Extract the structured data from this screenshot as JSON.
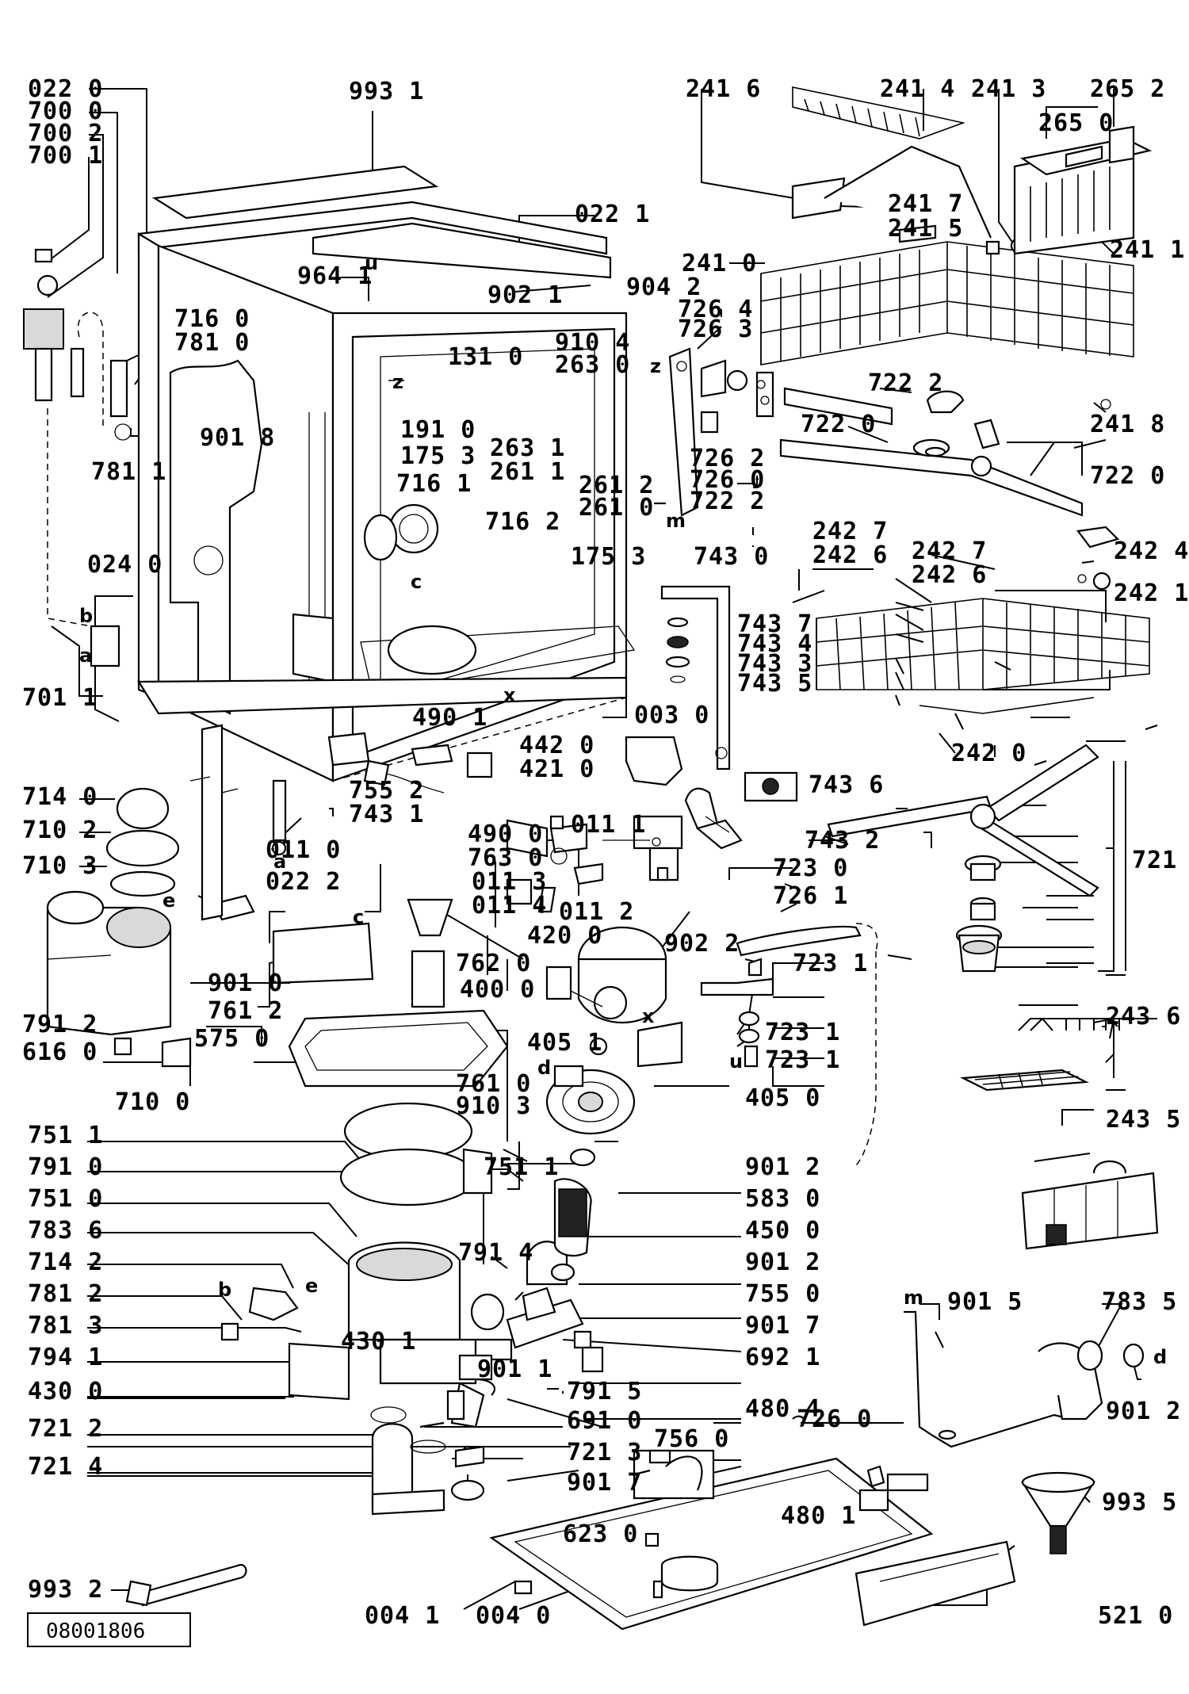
{
  "document_ref": "08001806",
  "cross_ref_letters": [
    "a",
    "b",
    "c",
    "d",
    "e",
    "m",
    "u",
    "x",
    "z"
  ],
  "labels": [
    {
      "id": "l1",
      "text": "022 0"
    },
    {
      "id": "l2",
      "text": "700 0"
    },
    {
      "id": "l3",
      "text": "700 2"
    },
    {
      "id": "l4",
      "text": "700 1"
    },
    {
      "id": "l5",
      "text": "993 1"
    },
    {
      "id": "l6",
      "text": "022 1"
    },
    {
      "id": "l7",
      "text": "964 1"
    },
    {
      "id": "l8",
      "text": "902 1"
    },
    {
      "id": "l9",
      "text": "904 2"
    },
    {
      "id": "l10",
      "text": "716 0"
    },
    {
      "id": "l11",
      "text": "781 0"
    },
    {
      "id": "l12",
      "text": "131 0"
    },
    {
      "id": "l13",
      "text": "910 4"
    },
    {
      "id": "l14",
      "text": "263 0"
    },
    {
      "id": "l15",
      "text": "901 8"
    },
    {
      "id": "l16",
      "text": "781 1"
    },
    {
      "id": "l17",
      "text": "191 0"
    },
    {
      "id": "l18",
      "text": "175 3"
    },
    {
      "id": "l19",
      "text": "263 1"
    },
    {
      "id": "l20",
      "text": "261 1"
    },
    {
      "id": "l21",
      "text": "716 1"
    },
    {
      "id": "l22",
      "text": "261 2"
    },
    {
      "id": "l23",
      "text": "261 0"
    },
    {
      "id": "l24",
      "text": "716 2"
    },
    {
      "id": "l25",
      "text": "024 0"
    },
    {
      "id": "l26",
      "text": "175 3"
    },
    {
      "id": "l27",
      "text": "701 1"
    },
    {
      "id": "l28",
      "text": "003 0"
    },
    {
      "id": "l29",
      "text": "490 1"
    },
    {
      "id": "l30",
      "text": "442 0"
    },
    {
      "id": "l31",
      "text": "421 0"
    },
    {
      "id": "l32",
      "text": "714 0"
    },
    {
      "id": "l33",
      "text": "755 2"
    },
    {
      "id": "l34",
      "text": "743 1"
    },
    {
      "id": "l35",
      "text": "710 2"
    },
    {
      "id": "l36",
      "text": "011 0"
    },
    {
      "id": "l37",
      "text": "022 2"
    },
    {
      "id": "l38",
      "text": "710 3"
    },
    {
      "id": "l39",
      "text": "490 0"
    },
    {
      "id": "l40",
      "text": "763 0"
    },
    {
      "id": "l41",
      "text": "011 1"
    },
    {
      "id": "l42",
      "text": "011 3"
    },
    {
      "id": "l43",
      "text": "011 4"
    },
    {
      "id": "l44",
      "text": "011 2"
    },
    {
      "id": "l45",
      "text": "902 2"
    },
    {
      "id": "l46",
      "text": "420 0"
    },
    {
      "id": "l47",
      "text": "901 0"
    },
    {
      "id": "l48",
      "text": "761 2"
    },
    {
      "id": "l49",
      "text": "762 0"
    },
    {
      "id": "l50",
      "text": "400 0"
    },
    {
      "id": "l51",
      "text": "791 2"
    },
    {
      "id": "l52",
      "text": "616 0"
    },
    {
      "id": "l53",
      "text": "575 0"
    },
    {
      "id": "l54",
      "text": "710 0"
    },
    {
      "id": "l55",
      "text": "761 0"
    },
    {
      "id": "l56",
      "text": "910 3"
    },
    {
      "id": "l57",
      "text": "405 1"
    },
    {
      "id": "l58",
      "text": "405 0"
    },
    {
      "id": "l59",
      "text": "751 1"
    },
    {
      "id": "l60",
      "text": "751 1"
    },
    {
      "id": "l61",
      "text": "791 0"
    },
    {
      "id": "l62",
      "text": "901 2"
    },
    {
      "id": "l63",
      "text": "751 0"
    },
    {
      "id": "l64",
      "text": "583 0"
    },
    {
      "id": "l65",
      "text": "783 6"
    },
    {
      "id": "l66",
      "text": "450 0"
    },
    {
      "id": "l67",
      "text": "714 2"
    },
    {
      "id": "l68",
      "text": "791 4"
    },
    {
      "id": "l69",
      "text": "901 2"
    },
    {
      "id": "l70",
      "text": "781 2"
    },
    {
      "id": "l71",
      "text": "755 0"
    },
    {
      "id": "l72",
      "text": "781 3"
    },
    {
      "id": "l73",
      "text": "901 7"
    },
    {
      "id": "l74",
      "text": "430 1"
    },
    {
      "id": "l75",
      "text": "794 1"
    },
    {
      "id": "l76",
      "text": "901 1"
    },
    {
      "id": "l77",
      "text": "692 1"
    },
    {
      "id": "l78",
      "text": "430 0"
    },
    {
      "id": "l79",
      "text": "791 5"
    },
    {
      "id": "l80",
      "text": "480 4"
    },
    {
      "id": "l81",
      "text": "691 0"
    },
    {
      "id": "l82",
      "text": "721 2"
    },
    {
      "id": "l83",
      "text": "721 3"
    },
    {
      "id": "l84",
      "text": "756 0"
    },
    {
      "id": "l85",
      "text": "721 4"
    },
    {
      "id": "l86",
      "text": "901 7"
    },
    {
      "id": "l87",
      "text": "480 1"
    },
    {
      "id": "l88",
      "text": "623 0"
    },
    {
      "id": "l89",
      "text": "993 2"
    },
    {
      "id": "l90",
      "text": "004 1"
    },
    {
      "id": "l91",
      "text": "004 0"
    },
    {
      "id": "l92",
      "text": "521 0"
    },
    {
      "id": "l93",
      "text": "241 6"
    },
    {
      "id": "l94",
      "text": "241 4"
    },
    {
      "id": "l95",
      "text": "241 3"
    },
    {
      "id": "l96",
      "text": "265 2"
    },
    {
      "id": "l97",
      "text": "265 0"
    },
    {
      "id": "l98",
      "text": "241 7"
    },
    {
      "id": "l99",
      "text": "241 5"
    },
    {
      "id": "l100",
      "text": "241 0"
    },
    {
      "id": "l101",
      "text": "241 1"
    },
    {
      "id": "l102",
      "text": "726 4"
    },
    {
      "id": "l103",
      "text": "726 3"
    },
    {
      "id": "l104",
      "text": "722 2"
    },
    {
      "id": "l105",
      "text": "722 0"
    },
    {
      "id": "l106",
      "text": "241 8"
    },
    {
      "id": "l107",
      "text": "722 0"
    },
    {
      "id": "l108",
      "text": "726 2"
    },
    {
      "id": "l109",
      "text": "726 0"
    },
    {
      "id": "l110",
      "text": "722 2"
    },
    {
      "id": "l111",
      "text": "242 7"
    },
    {
      "id": "l112",
      "text": "242 7"
    },
    {
      "id": "l113",
      "text": "242 4"
    },
    {
      "id": "l114",
      "text": "242 6"
    },
    {
      "id": "l115",
      "text": "242 6"
    },
    {
      "id": "l116",
      "text": "242 1"
    },
    {
      "id": "l117",
      "text": "743 0"
    },
    {
      "id": "l118",
      "text": "743 7"
    },
    {
      "id": "l119",
      "text": "743 4"
    },
    {
      "id": "l120",
      "text": "743 3"
    },
    {
      "id": "l121",
      "text": "743 5"
    },
    {
      "id": "l122",
      "text": "242 0"
    },
    {
      "id": "l123",
      "text": "743 6"
    },
    {
      "id": "l124",
      "text": "721 1"
    },
    {
      "id": "l125",
      "text": "743 2"
    },
    {
      "id": "l126",
      "text": "723 0"
    },
    {
      "id": "l127",
      "text": "726 1"
    },
    {
      "id": "l128",
      "text": "723 1"
    },
    {
      "id": "l129",
      "text": "723 1"
    },
    {
      "id": "l130",
      "text": "723 1"
    },
    {
      "id": "l131",
      "text": "243 6"
    },
    {
      "id": "l132",
      "text": "243 5"
    },
    {
      "id": "l133",
      "text": "901 5"
    },
    {
      "id": "l134",
      "text": "783 5"
    },
    {
      "id": "l135",
      "text": "901 2"
    },
    {
      "id": "l136",
      "text": "726 0"
    },
    {
      "id": "l137",
      "text": "993 5"
    }
  ]
}
